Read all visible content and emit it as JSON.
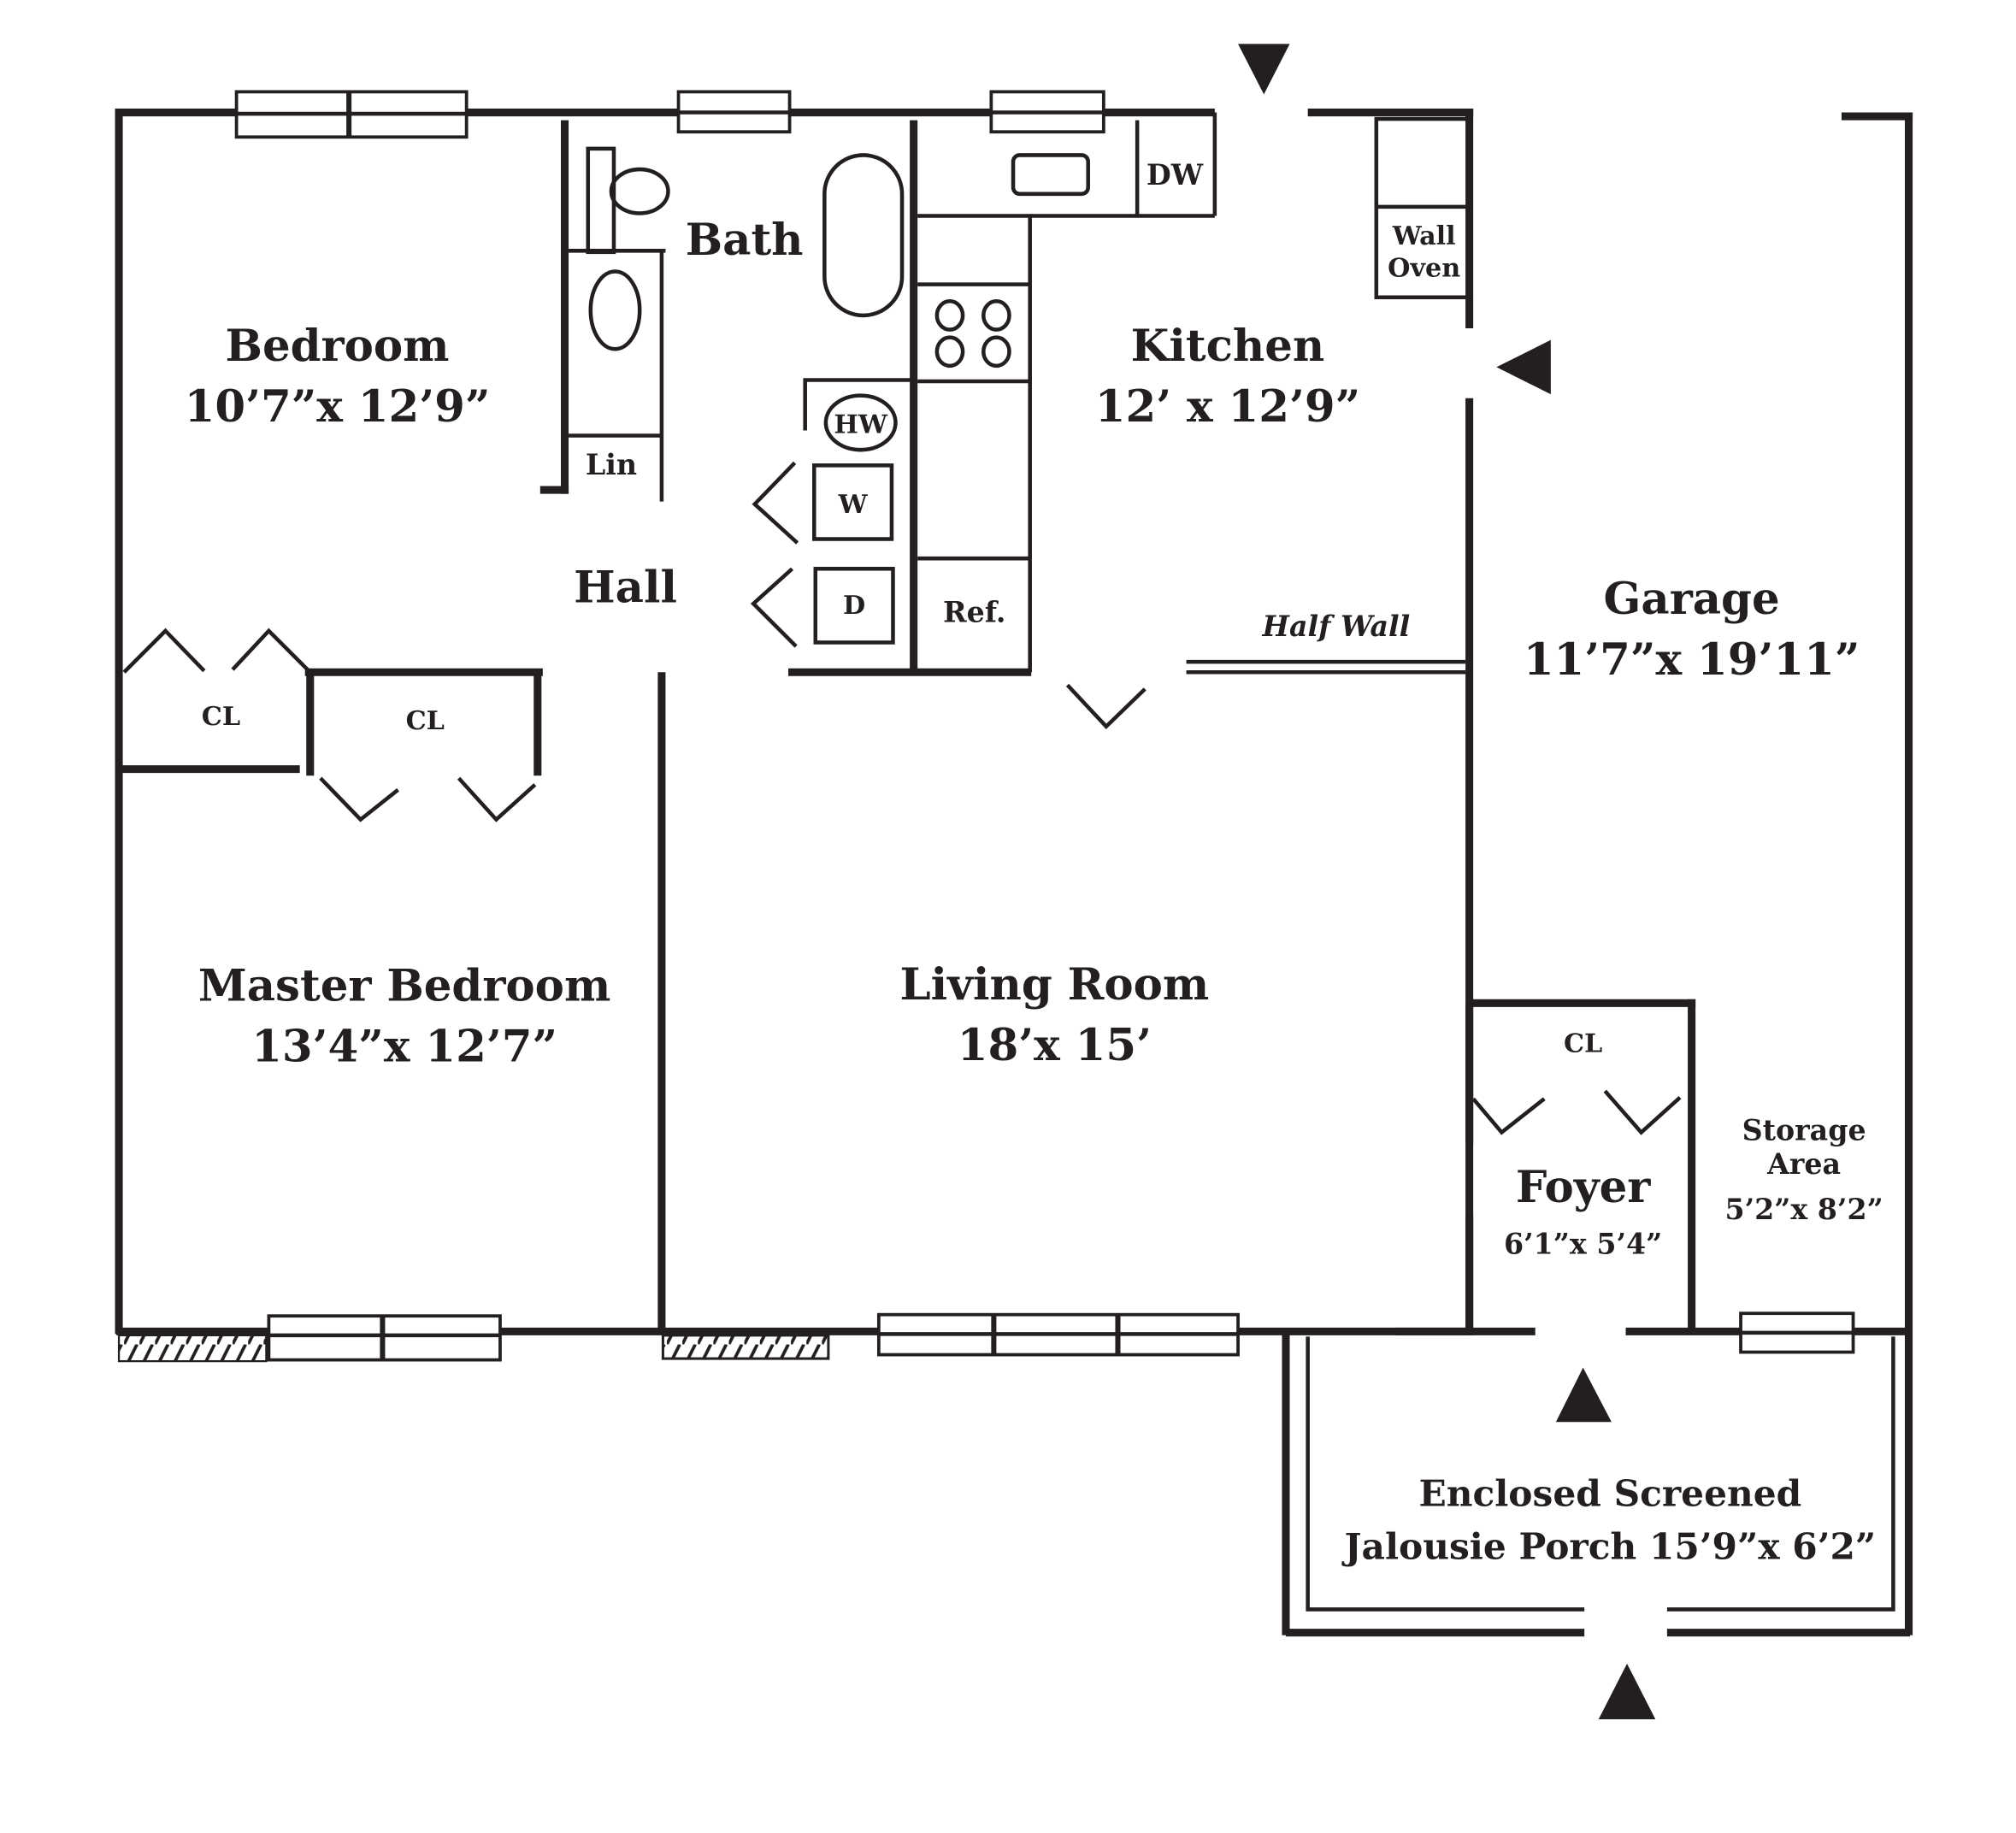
{
  "floorplan": {
    "colors": {
      "ink": "#231f20",
      "paper": "#ffffff"
    },
    "rooms": {
      "bedroom": {
        "name": "Bedroom",
        "dims": "10’7”x 12’9”"
      },
      "bath": {
        "name": "Bath"
      },
      "kitchen": {
        "name": "Kitchen",
        "dims": "12’ x 12’9”"
      },
      "garage": {
        "name": "Garage",
        "dims": "11’7”x 19’11”"
      },
      "hall": {
        "name": "Hall"
      },
      "master_bedroom": {
        "name": "Master Bedroom",
        "dims": "13’4”x 12’7”"
      },
      "living_room": {
        "name": "Living Room",
        "dims": "18’x 15’"
      },
      "foyer": {
        "name": "Foyer",
        "dims": "6’1”x 5’4”"
      },
      "storage": {
        "name_line1": "Storage",
        "name_line2": "Area",
        "dims": "5’2”x 8’2”"
      },
      "porch": {
        "line1": "Enclosed Screened",
        "line2": "Jalousie Porch 15’9”x 6’2”"
      }
    },
    "fixtures": {
      "linen": "Lin",
      "dishwasher": "DW",
      "wall_oven_line1": "Wall",
      "wall_oven_line2": "Oven",
      "water_heater": "HW",
      "washer": "W",
      "dryer": "D",
      "refrigerator": "Ref.",
      "closet": "CL",
      "half_wall": "Half Wall"
    },
    "entry_arrows": [
      "entry-arrow-top",
      "entry-arrow-garage",
      "entry-arrow-foyer",
      "entry-arrow-porch"
    ]
  }
}
